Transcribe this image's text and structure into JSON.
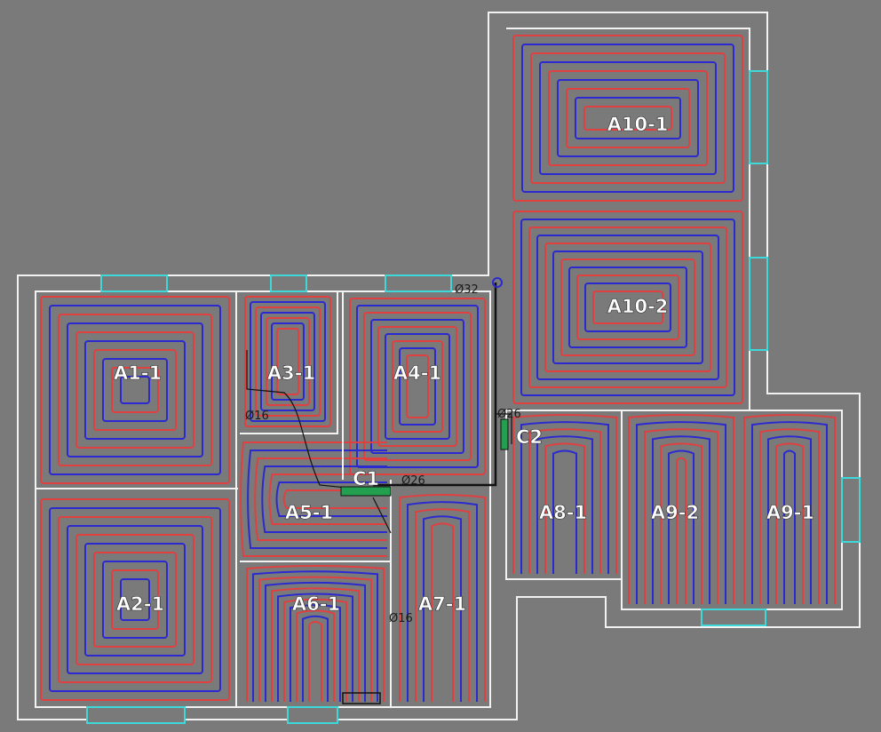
{
  "zones": [
    {
      "id": "A1-1",
      "label": "A1-1",
      "pattern": "spiral"
    },
    {
      "id": "A2-1",
      "label": "A2-1",
      "pattern": "spiral"
    },
    {
      "id": "A3-1",
      "label": "A3-1",
      "pattern": "spiral"
    },
    {
      "id": "A4-1",
      "label": "A4-1",
      "pattern": "spiral"
    },
    {
      "id": "A5-1",
      "label": "A5-1",
      "pattern": "serpentine"
    },
    {
      "id": "A6-1",
      "label": "A6-1",
      "pattern": "serpentine"
    },
    {
      "id": "A7-1",
      "label": "A7-1",
      "pattern": "serpentine"
    },
    {
      "id": "A8-1",
      "label": "A8-1",
      "pattern": "serpentine"
    },
    {
      "id": "A9-2",
      "label": "A9-2",
      "pattern": "serpentine"
    },
    {
      "id": "A9-1",
      "label": "A9-1",
      "pattern": "serpentine"
    },
    {
      "id": "A10-1",
      "label": "A10-1",
      "pattern": "spiral"
    },
    {
      "id": "A10-2",
      "label": "A10-2",
      "pattern": "spiral"
    }
  ],
  "manifolds": [
    {
      "id": "C1",
      "label": "C1"
    },
    {
      "id": "C2",
      "label": "C2"
    }
  ],
  "pipe_labels": {
    "main_supply": "Ø32",
    "feed_c1": "Ø26",
    "feed_c2": "Ø26",
    "branch_a3": "Ø16",
    "branch_a7": "Ø16"
  },
  "colors": {
    "background": "#7a7a7a",
    "walls": "#f2f2f2",
    "supply_pipe": "#e04040",
    "return_pipe": "#2a2ad0",
    "windows": "#3fd8d8",
    "feed_line": "#111111"
  }
}
